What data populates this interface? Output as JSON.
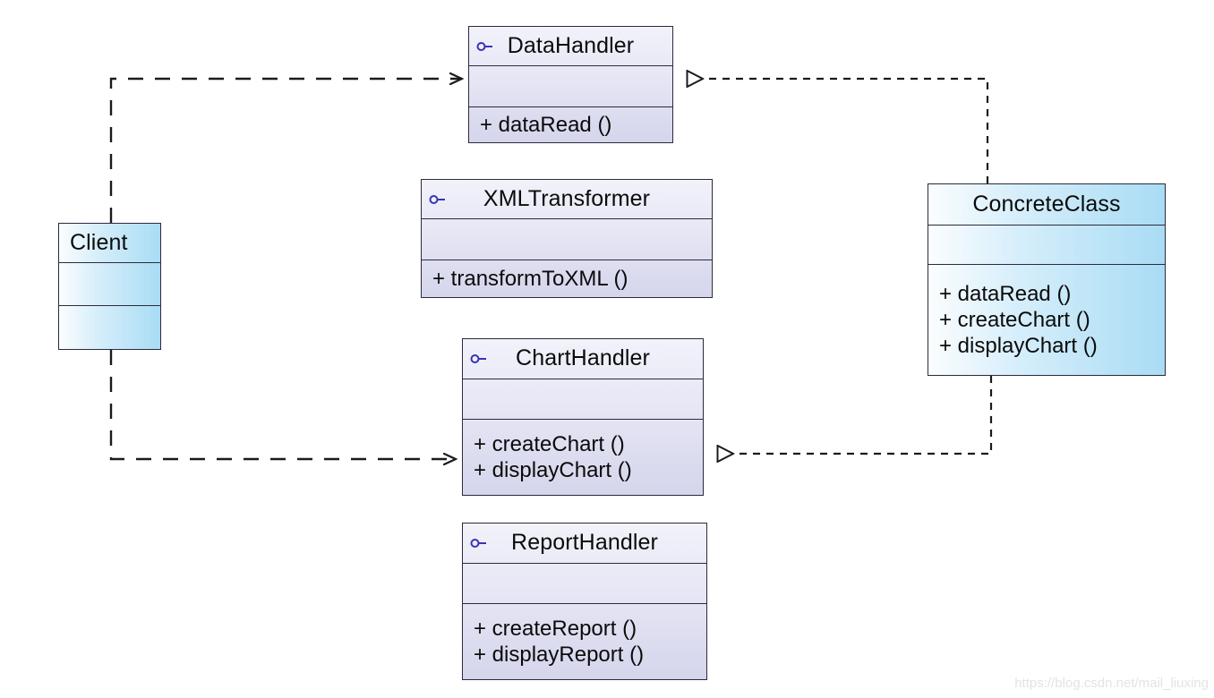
{
  "diagram": {
    "type": "uml-class-diagram",
    "watermark": "https://blog.csdn.net/mail_liuxing",
    "colors": {
      "interface_fill_top": "#f2f2fb",
      "interface_fill_bottom": "#d5d5ec",
      "class_fill_left": "#fbfdfe",
      "class_fill_right": "#a9dcf4",
      "border": "#2b2b3c",
      "interface_icon": "#3a34b4",
      "watermark": "#e3e3e3"
    }
  },
  "nodes": {
    "data_handler": {
      "name": "DataHandler",
      "stereotype": "interface",
      "icon": "interface-lollipop-icon",
      "attributes": [],
      "operations": [
        "+ dataRead ()"
      ]
    },
    "xml_transformer": {
      "name": "XMLTransformer",
      "stereotype": "interface",
      "icon": "interface-lollipop-icon",
      "attributes": [],
      "operations": [
        "+ transformToXML ()"
      ]
    },
    "chart_handler": {
      "name": "ChartHandler",
      "stereotype": "interface",
      "icon": "interface-lollipop-icon",
      "attributes": [],
      "operations": [
        "+ createChart ()",
        "+ displayChart ()"
      ]
    },
    "report_handler": {
      "name": "ReportHandler",
      "stereotype": "interface",
      "icon": "interface-lollipop-icon",
      "attributes": [],
      "operations": [
        "+ createReport ()",
        "+ displayReport ()"
      ]
    },
    "client": {
      "name": "Client",
      "stereotype": "class",
      "attributes": [],
      "operations": []
    },
    "concrete_class": {
      "name": "ConcreteClass",
      "stereotype": "class",
      "attributes": [],
      "operations": [
        "+ dataRead ()",
        "+ createChart ()",
        "+ displayChart ()"
      ]
    }
  },
  "edges": [
    {
      "id": "client-to-datahandler",
      "from": "client",
      "to": "data_handler",
      "relation": "dependency",
      "line": "dashed",
      "arrowhead": "open"
    },
    {
      "id": "client-to-charthandler",
      "from": "client",
      "to": "chart_handler",
      "relation": "dependency",
      "line": "dashed",
      "arrowhead": "open"
    },
    {
      "id": "concreteclass-realizes-datahandler",
      "from": "concrete_class",
      "to": "data_handler",
      "relation": "realization",
      "line": "dashed",
      "arrowhead": "hollow-triangle"
    },
    {
      "id": "concreteclass-realizes-charthandler",
      "from": "concrete_class",
      "to": "chart_handler",
      "relation": "realization",
      "line": "dashed",
      "arrowhead": "hollow-triangle"
    }
  ]
}
